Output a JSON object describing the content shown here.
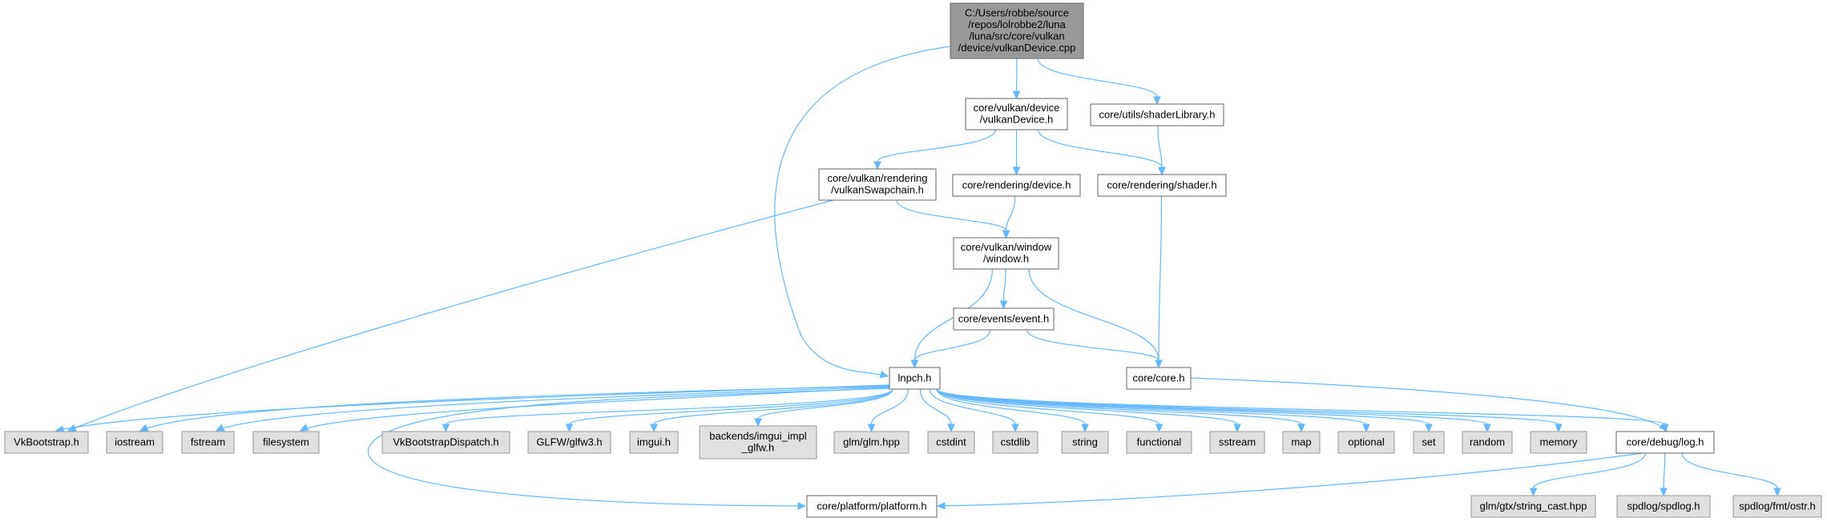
{
  "diagram": {
    "colors": {
      "edge": "#63b8ff",
      "root_fill": "#999999",
      "document_fill": "#ffffff",
      "external_fill": "#e0e0e0",
      "border": "#666666"
    },
    "nodes": {
      "root": {
        "lines": [
          "C:/Users/robbe/source",
          "/repos/lolrobbe2/luna",
          "/luna/src/core/vulkan",
          "/device/vulkanDevice.cpp"
        ],
        "kind": "root"
      },
      "vulkanDevice_h": {
        "lines": [
          "core/vulkan/device",
          "/vulkanDevice.h"
        ],
        "kind": "document"
      },
      "shaderLibrary_h": {
        "lines": [
          "core/utils/shaderLibrary.h"
        ],
        "kind": "document"
      },
      "vulkanSwapchain_h": {
        "lines": [
          "core/vulkan/rendering",
          "/vulkanSwapchain.h"
        ],
        "kind": "document"
      },
      "rendering_device_h": {
        "lines": [
          "core/rendering/device.h"
        ],
        "kind": "document"
      },
      "shader_h": {
        "lines": [
          "core/rendering/shader.h"
        ],
        "kind": "document"
      },
      "window_h": {
        "lines": [
          "core/vulkan/window",
          "/window.h"
        ],
        "kind": "document"
      },
      "event_h": {
        "lines": [
          "core/events/event.h"
        ],
        "kind": "document"
      },
      "lnpch_h": {
        "lines": [
          "lnpch.h"
        ],
        "kind": "document"
      },
      "core_h": {
        "lines": [
          "core/core.h"
        ],
        "kind": "document"
      },
      "VkBootstrap_h": {
        "lines": [
          "VkBootstrap.h"
        ],
        "kind": "external"
      },
      "iostream": {
        "lines": [
          "iostream"
        ],
        "kind": "external"
      },
      "fstream": {
        "lines": [
          "fstream"
        ],
        "kind": "external"
      },
      "filesystem": {
        "lines": [
          "filesystem"
        ],
        "kind": "external"
      },
      "VkBootstrapDispatch_h": {
        "lines": [
          "VkBootstrapDispatch.h"
        ],
        "kind": "external"
      },
      "glfw3_h": {
        "lines": [
          "GLFW/glfw3.h"
        ],
        "kind": "external"
      },
      "imgui_h": {
        "lines": [
          "imgui.h"
        ],
        "kind": "external"
      },
      "imgui_impl_glfw_h": {
        "lines": [
          "backends/imgui_impl",
          "_glfw.h"
        ],
        "kind": "external"
      },
      "glm_hpp": {
        "lines": [
          "glm/glm.hpp"
        ],
        "kind": "external"
      },
      "cstdint": {
        "lines": [
          "cstdint"
        ],
        "kind": "external"
      },
      "cstdlib": {
        "lines": [
          "cstdlib"
        ],
        "kind": "external"
      },
      "string": {
        "lines": [
          "string"
        ],
        "kind": "external"
      },
      "functional": {
        "lines": [
          "functional"
        ],
        "kind": "external"
      },
      "sstream": {
        "lines": [
          "sstream"
        ],
        "kind": "external"
      },
      "map": {
        "lines": [
          "map"
        ],
        "kind": "external"
      },
      "optional": {
        "lines": [
          "optional"
        ],
        "kind": "external"
      },
      "set": {
        "lines": [
          "set"
        ],
        "kind": "external"
      },
      "random": {
        "lines": [
          "random"
        ],
        "kind": "external"
      },
      "memory": {
        "lines": [
          "memory"
        ],
        "kind": "external"
      },
      "log_h": {
        "lines": [
          "core/debug/log.h"
        ],
        "kind": "document"
      },
      "platform_h": {
        "lines": [
          "core/platform/platform.h"
        ],
        "kind": "document"
      },
      "string_cast_hpp": {
        "lines": [
          "glm/gtx/string_cast.hpp"
        ],
        "kind": "external"
      },
      "spdlog_h": {
        "lines": [
          "spdlog/spdlog.h"
        ],
        "kind": "external"
      },
      "ostr_h": {
        "lines": [
          "spdlog/fmt/ostr.h"
        ],
        "kind": "external"
      }
    },
    "edges": [
      [
        "root",
        "vulkanDevice_h"
      ],
      [
        "root",
        "shaderLibrary_h"
      ],
      [
        "root",
        "lnpch_h"
      ],
      [
        "vulkanDevice_h",
        "vulkanSwapchain_h"
      ],
      [
        "vulkanDevice_h",
        "rendering_device_h"
      ],
      [
        "vulkanDevice_h",
        "shader_h"
      ],
      [
        "shaderLibrary_h",
        "shader_h"
      ],
      [
        "vulkanSwapchain_h",
        "window_h"
      ],
      [
        "vulkanSwapchain_h",
        "VkBootstrap_h"
      ],
      [
        "rendering_device_h",
        "window_h"
      ],
      [
        "shader_h",
        "core_h"
      ],
      [
        "window_h",
        "lnpch_h"
      ],
      [
        "window_h",
        "event_h"
      ],
      [
        "window_h",
        "core_h"
      ],
      [
        "event_h",
        "lnpch_h"
      ],
      [
        "event_h",
        "core_h"
      ],
      [
        "lnpch_h",
        "VkBootstrap_h"
      ],
      [
        "lnpch_h",
        "iostream"
      ],
      [
        "lnpch_h",
        "fstream"
      ],
      [
        "lnpch_h",
        "filesystem"
      ],
      [
        "lnpch_h",
        "VkBootstrapDispatch_h"
      ],
      [
        "lnpch_h",
        "glfw3_h"
      ],
      [
        "lnpch_h",
        "imgui_h"
      ],
      [
        "lnpch_h",
        "imgui_impl_glfw_h"
      ],
      [
        "lnpch_h",
        "glm_hpp"
      ],
      [
        "lnpch_h",
        "cstdint"
      ],
      [
        "lnpch_h",
        "cstdlib"
      ],
      [
        "lnpch_h",
        "string"
      ],
      [
        "lnpch_h",
        "functional"
      ],
      [
        "lnpch_h",
        "sstream"
      ],
      [
        "lnpch_h",
        "map"
      ],
      [
        "lnpch_h",
        "optional"
      ],
      [
        "lnpch_h",
        "set"
      ],
      [
        "lnpch_h",
        "random"
      ],
      [
        "lnpch_h",
        "memory"
      ],
      [
        "lnpch_h",
        "log_h"
      ],
      [
        "lnpch_h",
        "platform_h"
      ],
      [
        "core_h",
        "log_h"
      ],
      [
        "log_h",
        "platform_h"
      ],
      [
        "log_h",
        "string_cast_hpp"
      ],
      [
        "log_h",
        "spdlog_h"
      ],
      [
        "log_h",
        "ostr_h"
      ]
    ]
  }
}
